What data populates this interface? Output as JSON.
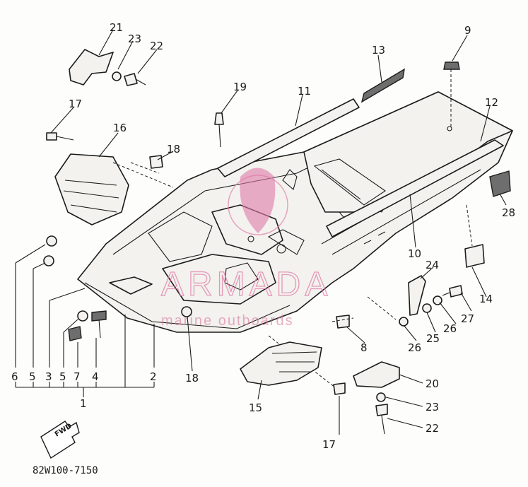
{
  "diagram": {
    "reference_code": "82W100-7150",
    "forward_label": "FWD",
    "watermark": {
      "brand": "ARMADA",
      "tagline": "marine outboards"
    },
    "callouts": [
      {
        "id": "c21",
        "label": "21"
      },
      {
        "id": "c23a",
        "label": "23"
      },
      {
        "id": "c22a",
        "label": "22"
      },
      {
        "id": "c9",
        "label": "9"
      },
      {
        "id": "c13",
        "label": "13"
      },
      {
        "id": "c11",
        "label": "11"
      },
      {
        "id": "c19",
        "label": "19"
      },
      {
        "id": "c12",
        "label": "12"
      },
      {
        "id": "c17a",
        "label": "17"
      },
      {
        "id": "c16",
        "label": "16"
      },
      {
        "id": "c18a",
        "label": "18"
      },
      {
        "id": "c28",
        "label": "28"
      },
      {
        "id": "c10",
        "label": "10"
      },
      {
        "id": "c24",
        "label": "24"
      },
      {
        "id": "c14",
        "label": "14"
      },
      {
        "id": "c27",
        "label": "27"
      },
      {
        "id": "c26a",
        "label": "26"
      },
      {
        "id": "c25",
        "label": "25"
      },
      {
        "id": "c26b",
        "label": "26"
      },
      {
        "id": "c8",
        "label": "8"
      },
      {
        "id": "c6",
        "label": "6"
      },
      {
        "id": "c5a",
        "label": "5"
      },
      {
        "id": "c3",
        "label": "3"
      },
      {
        "id": "c5b",
        "label": "5"
      },
      {
        "id": "c7",
        "label": "7"
      },
      {
        "id": "c4",
        "label": "4"
      },
      {
        "id": "c2",
        "label": "2"
      },
      {
        "id": "c1",
        "label": "1"
      },
      {
        "id": "c18b",
        "label": "18"
      },
      {
        "id": "c20",
        "label": "20"
      },
      {
        "id": "c15",
        "label": "15"
      },
      {
        "id": "c23b",
        "label": "23"
      },
      {
        "id": "c22b",
        "label": "22"
      },
      {
        "id": "c17b",
        "label": "17"
      }
    ]
  }
}
